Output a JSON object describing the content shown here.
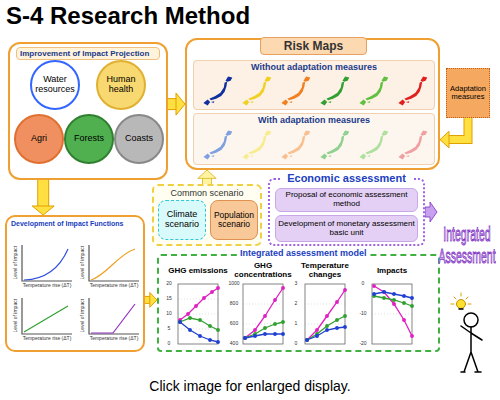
{
  "diagram": {
    "title": "S-4 Research Method",
    "caption": "Click image for enlarged display.",
    "nodes": [
      {
        "text": [
          "Improvement of Impact Projection"
        ]
      },
      {
        "text": [
          "Water resources"
        ],
        "in": 0
      },
      {
        "text": [
          "Human health"
        ],
        "in": 0
      },
      {
        "text": [
          "Agri"
        ],
        "in": 0
      },
      {
        "text": [
          "Forests"
        ],
        "in": 0
      },
      {
        "text": [
          "Coasts"
        ],
        "in": 0
      },
      {
        "text": [
          "Risk Maps"
        ]
      },
      {
        "text": [
          "Without adaptation measures"
        ],
        "in": 6
      },
      {
        "text": [
          "With adaptation measures"
        ],
        "in": 6
      },
      {
        "text": [
          "Adaptation measures"
        ]
      },
      {
        "text": [
          "Common scenario"
        ]
      },
      {
        "text": [
          "Climate scenario"
        ],
        "in": 10
      },
      {
        "text": [
          "Population scenario"
        ],
        "in": 10
      },
      {
        "text": [
          "Economic assessment"
        ]
      },
      {
        "text": [
          "Proposal of economic assessment method"
        ],
        "in": 13
      },
      {
        "text": [
          "Development of monetary assessment basic unit"
        ],
        "in": 13
      },
      {
        "text": [
          "Development of Impact Functions"
        ]
      },
      {
        "text": [
          "Integrated assessment model"
        ]
      }
    ],
    "edges": [
      {
        "from": 0,
        "to": 6,
        "arrow": "to"
      },
      {
        "from": 0,
        "to": 16,
        "arrow": "to"
      },
      {
        "from": 9,
        "to": 6,
        "arrow": "to"
      },
      {
        "from": 10,
        "to": 6,
        "arrow": "to"
      },
      {
        "from": 16,
        "to": 17,
        "arrow": "to"
      }
    ],
    "labels": [
      "Integrated Assessment",
      "Level of impact",
      "Temperature rise (ΔT)",
      "Level of impact",
      "Temperature rise (ΔT)",
      "Level of impact",
      "Temperature rise (ΔT)",
      "Level of impact",
      "Temperature rise (ΔT)",
      "GHG emissions",
      "GHG concentrations",
      "Temperature changes",
      "Impacts",
      "20",
      "15",
      "10",
      "5",
      "0",
      "1000",
      "800",
      "600",
      "400",
      "3",
      "2",
      "1",
      "0",
      "0",
      "-10",
      "-20"
    ]
  }
}
